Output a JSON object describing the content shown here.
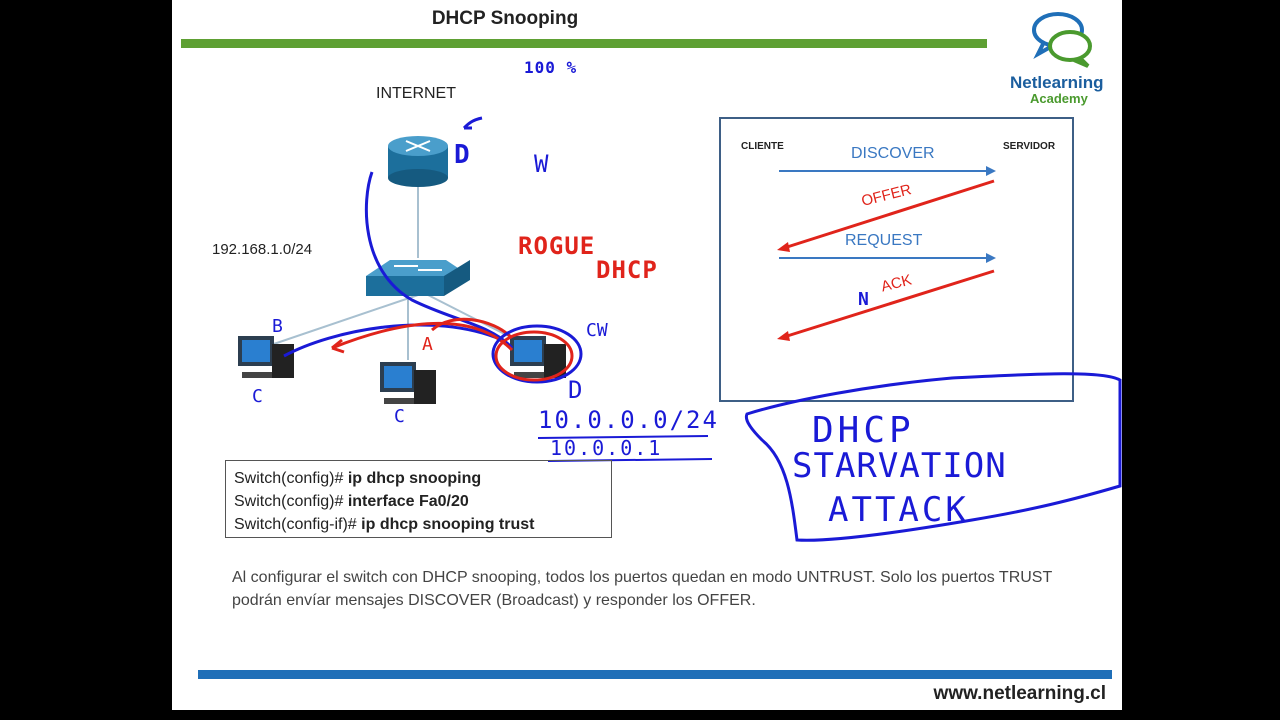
{
  "slide": {
    "title": "DHCP Snooping",
    "website": "www.netlearning.cl",
    "brand": {
      "name": "Netlearning",
      "sub": "Academy"
    }
  },
  "diagram": {
    "internet_label": "INTERNET",
    "subnet_label": "192.168.1.0/24"
  },
  "commands": {
    "line1_prefix": "Switch(config)# ",
    "line1_cmd": "ip dhcp snooping",
    "line2_prefix": "Switch(config)# ",
    "line2_cmd": "interface Fa0/20",
    "line3_prefix": "Switch(config-if)# ",
    "line3_cmd": "ip dhcp snooping trust"
  },
  "description": "Al configurar el switch con DHCP snooping, todos los puertos quedan en modo UNTRUST. Solo los puertos TRUST podrán envíar mensajes DISCOVER (Broadcast) y responder los OFFER.",
  "protocol": {
    "client": "CLIENTE",
    "server": "SERVIDOR",
    "discover": "DISCOVER",
    "offer": "OFFER",
    "request": "REQUEST",
    "ack": "ACK",
    "nack_prefix": "N"
  },
  "annotations": {
    "percent": "100 %",
    "rogue_line1": "ROGUE",
    "rogue_line2": "DHCP",
    "network": "10.0.0.0/24",
    "host": "10.0.0.1",
    "attack_line1": "DHCP",
    "attack_line2": "STARVATION",
    "attack_line3": "ATTACK",
    "d_router": "D",
    "d_rogue": "D",
    "w_mark": "W",
    "cw_mark": "CW",
    "b_mark": "B",
    "a_mark": "A",
    "c1_mark": "C",
    "c2_mark": "C"
  },
  "colors": {
    "ink_blue": "#1a1ad6",
    "ink_red": "#e0241b",
    "discover_blue": "#3a78c2",
    "device_blue": "#1c6f9c"
  }
}
